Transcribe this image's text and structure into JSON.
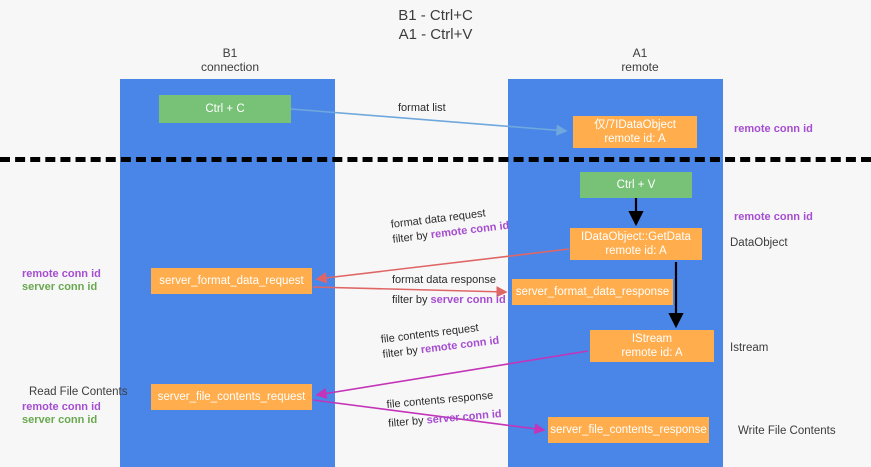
{
  "title": {
    "line1": "B1 - Ctrl+C",
    "line2": "A1 - Ctrl+V"
  },
  "columns": [
    {
      "id": "b1",
      "name": "B1",
      "role": "connection"
    },
    {
      "id": "a1",
      "name": "A1",
      "role": "remote"
    }
  ],
  "colors": {
    "lane": "#4a86e8",
    "node_green": "#77c277",
    "node_orange": "#ffad4d",
    "remote_conn_id": "#a64dd1",
    "server_conn_id_green": "#6aa84f",
    "arrow_blue": "#6fa8dc",
    "arrow_red": "#e06666",
    "arrow_magenta": "#c334b8",
    "arrow_black": "#000000",
    "separator": "#000000",
    "background": "#f7f7f7"
  },
  "nodes": {
    "ctrl_c": {
      "line1": "Ctrl + C",
      "line2": ""
    },
    "idataobject": {
      "line1": "仅/7IDataObject",
      "line2": "remote id: A"
    },
    "ctrl_v": {
      "line1": "Ctrl + V",
      "line2": ""
    },
    "getdata": {
      "line1": "IDataObject::GetData",
      "line2": "remote id: A"
    },
    "server_format_data_request": {
      "line1": "server_format_data_request",
      "line2": ""
    },
    "server_format_data_response": {
      "line1": "server_format_data_response",
      "line2": ""
    },
    "istream": {
      "line1": "IStream",
      "line2": "remote id: A"
    },
    "server_file_contents_request": {
      "line1": "server_file_contents_request",
      "line2": ""
    },
    "server_file_contents_response": {
      "line1": "server_file_contents_response",
      "line2": ""
    }
  },
  "edge_labels": {
    "format_list": "format list",
    "format_data_request": "format data request",
    "format_data_request_filter_prefix": "filter by ",
    "format_data_request_filter_key": "remote conn id",
    "format_data_response": "format data response",
    "format_data_response_filter_prefix": "filter by ",
    "format_data_response_filter_key": "server conn id",
    "file_contents_request": "file contents request",
    "file_contents_request_filter_prefix": "filter by ",
    "file_contents_request_filter_key": "remote conn id",
    "file_contents_response": "file contents response",
    "file_contents_response_filter_prefix": "filter by ",
    "file_contents_response_filter_key": "server conn id"
  },
  "side_labels": {
    "dataobject": "DataObject",
    "istream": "Istream",
    "write_file_contents": "Write File Contents"
  },
  "margin_notes": {
    "right_top_remote": "remote conn id",
    "right_mid_remote": "remote conn id",
    "left_mid_remote": "remote conn id",
    "left_mid_server": "server conn id",
    "left_bottom_read": "Read File Contents",
    "left_bottom_remote": "remote conn id",
    "left_bottom_server": "server conn id"
  }
}
